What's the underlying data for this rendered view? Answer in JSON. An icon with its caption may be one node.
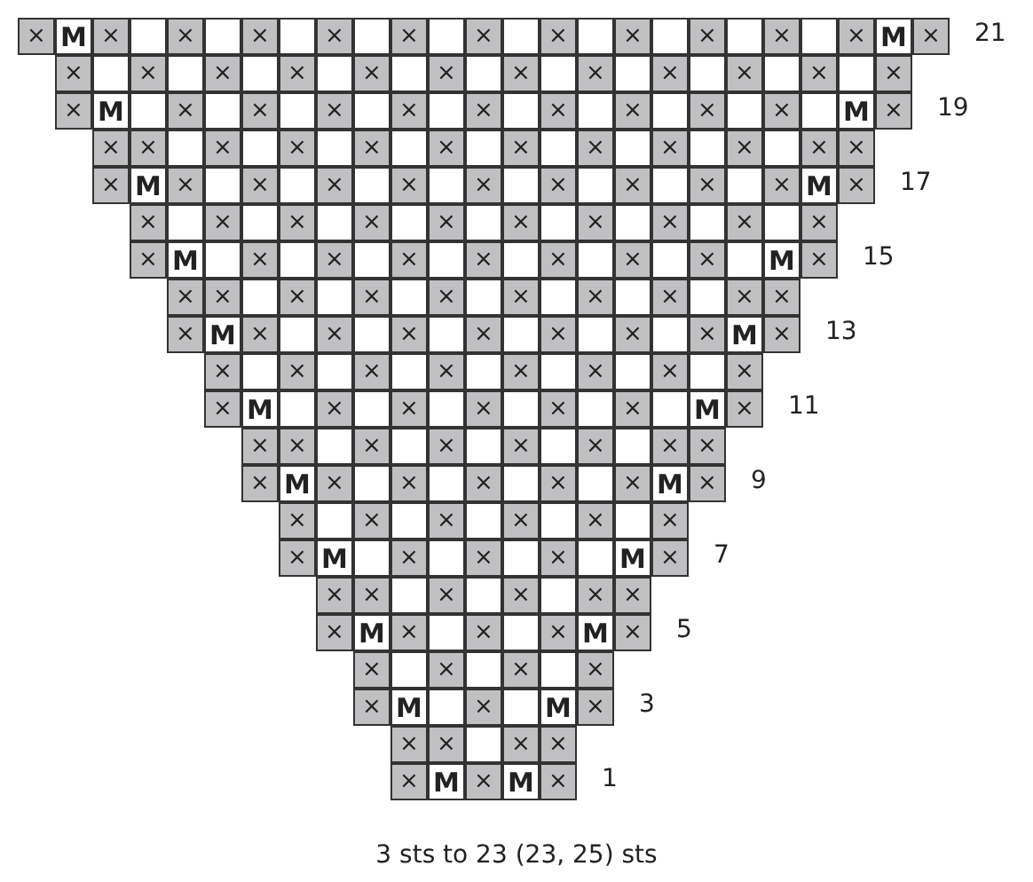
{
  "diagram": {
    "caption": "3 sts to 23 (23, 25) sts",
    "labels": [
      "×",
      "M",
      "×",
      "×",
      "×",
      "×",
      "×",
      "×",
      "×",
      "×",
      "×",
      "×",
      "×",
      "M",
      "×",
      "21",
      "×",
      "×",
      "×",
      "×",
      "×",
      "×",
      "×",
      "×",
      "×",
      "×",
      "×",
      "×",
      "×",
      "M",
      "×",
      "×",
      "×",
      "×",
      "×",
      "×",
      "×",
      "×",
      "×",
      "M",
      "×",
      "19",
      "×",
      "×",
      "×",
      "×",
      "×",
      "×",
      "×",
      "×",
      "×",
      "×",
      "×",
      "×",
      "×",
      "M",
      "×",
      "×",
      "×",
      "×",
      "×",
      "×",
      "×",
      "×",
      "×",
      "M",
      "×",
      "17",
      "×",
      "×",
      "×",
      "×",
      "×",
      "×",
      "×",
      "×",
      "×",
      "×",
      "×",
      "M",
      "×",
      "×",
      "×",
      "×",
      "×",
      "×",
      "×",
      "M",
      "×",
      "15",
      "×",
      "×",
      "×",
      "×",
      "×",
      "×",
      "×",
      "×",
      "×",
      "×",
      "×",
      "M",
      "×",
      "×",
      "×",
      "×",
      "×",
      "×",
      "×",
      "M",
      "×",
      "13",
      "×",
      "×",
      "×",
      "×",
      "×",
      "×",
      "×",
      "×",
      "×",
      "M",
      "×",
      "×",
      "×",
      "×",
      "×",
      "M",
      "×",
      "11",
      "×",
      "×",
      "×",
      "×",
      "×",
      "×",
      "×",
      "×",
      "×",
      "M",
      "×",
      "×",
      "×",
      "×",
      "×",
      "M",
      "×",
      "9",
      "×",
      "×",
      "×",
      "×",
      "×",
      "×",
      "×",
      "M",
      "×",
      "×",
      "×",
      "M",
      "×",
      "7",
      "×",
      "×",
      "×",
      "×",
      "×",
      "×",
      "×",
      "M",
      "×",
      "×",
      "×",
      "M",
      "×",
      "5",
      "×",
      "×",
      "×",
      "×",
      "×",
      "M",
      "×",
      "M",
      "×",
      "3",
      "×",
      "×",
      "×",
      "×",
      "×",
      "M",
      "×",
      "M",
      "×",
      "1"
    ]
  }
}
